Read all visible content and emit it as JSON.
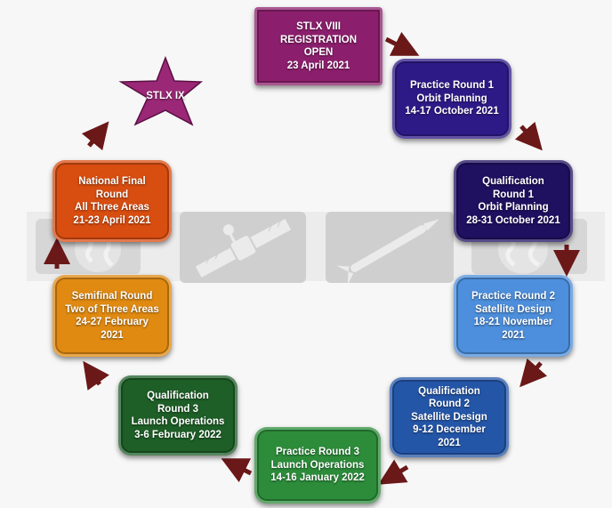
{
  "colors": {
    "registration": "#8c1f6d",
    "practice1": "#2e1a87",
    "qual1": "#1f1060",
    "practice2": "#4d8fdc",
    "qual2": "#2456a8",
    "practice3": "#2c8c3a",
    "qual3": "#1e5e27",
    "semifinal": "#e08a12",
    "national": "#d84d10",
    "star": "#9a2876",
    "arrow": "#6b1818",
    "ghost": "#cfcfcf"
  },
  "icons": [
    "satellite-icon",
    "rocket-icon",
    "globe-icon",
    "globe-icon"
  ],
  "registration": {
    "lines": [
      "STLX VIII",
      "REGISTRATION",
      "OPEN",
      "23 April 2021"
    ]
  },
  "practice1": {
    "lines": [
      "Practice Round 1",
      "Orbit Planning",
      "14-17 October 2021"
    ]
  },
  "qual1": {
    "lines": [
      "Qualification",
      "Round 1",
      "Orbit Planning",
      "28-31 October 2021"
    ]
  },
  "practice2": {
    "lines": [
      "Practice Round 2",
      "Satellite Design",
      "18-21 November",
      "2021"
    ]
  },
  "qual2": {
    "lines": [
      "Qualification",
      "Round 2",
      "Satellite Design",
      "9-12 December",
      "2021"
    ]
  },
  "practice3": {
    "lines": [
      "Practice Round 3",
      "Launch Operations",
      "14-16 January 2022"
    ]
  },
  "qual3": {
    "lines": [
      "Qualification",
      "Round 3",
      "Launch Operations",
      "3-6 February 2022"
    ]
  },
  "semifinal": {
    "lines": [
      "Semifinal Round",
      "Two of Three Areas",
      "24-27 February",
      "2021"
    ]
  },
  "national": {
    "lines": [
      "National Final",
      "Round",
      "All Three Areas",
      "21-23 April 2021"
    ]
  },
  "star": {
    "label": "STLX IX"
  }
}
